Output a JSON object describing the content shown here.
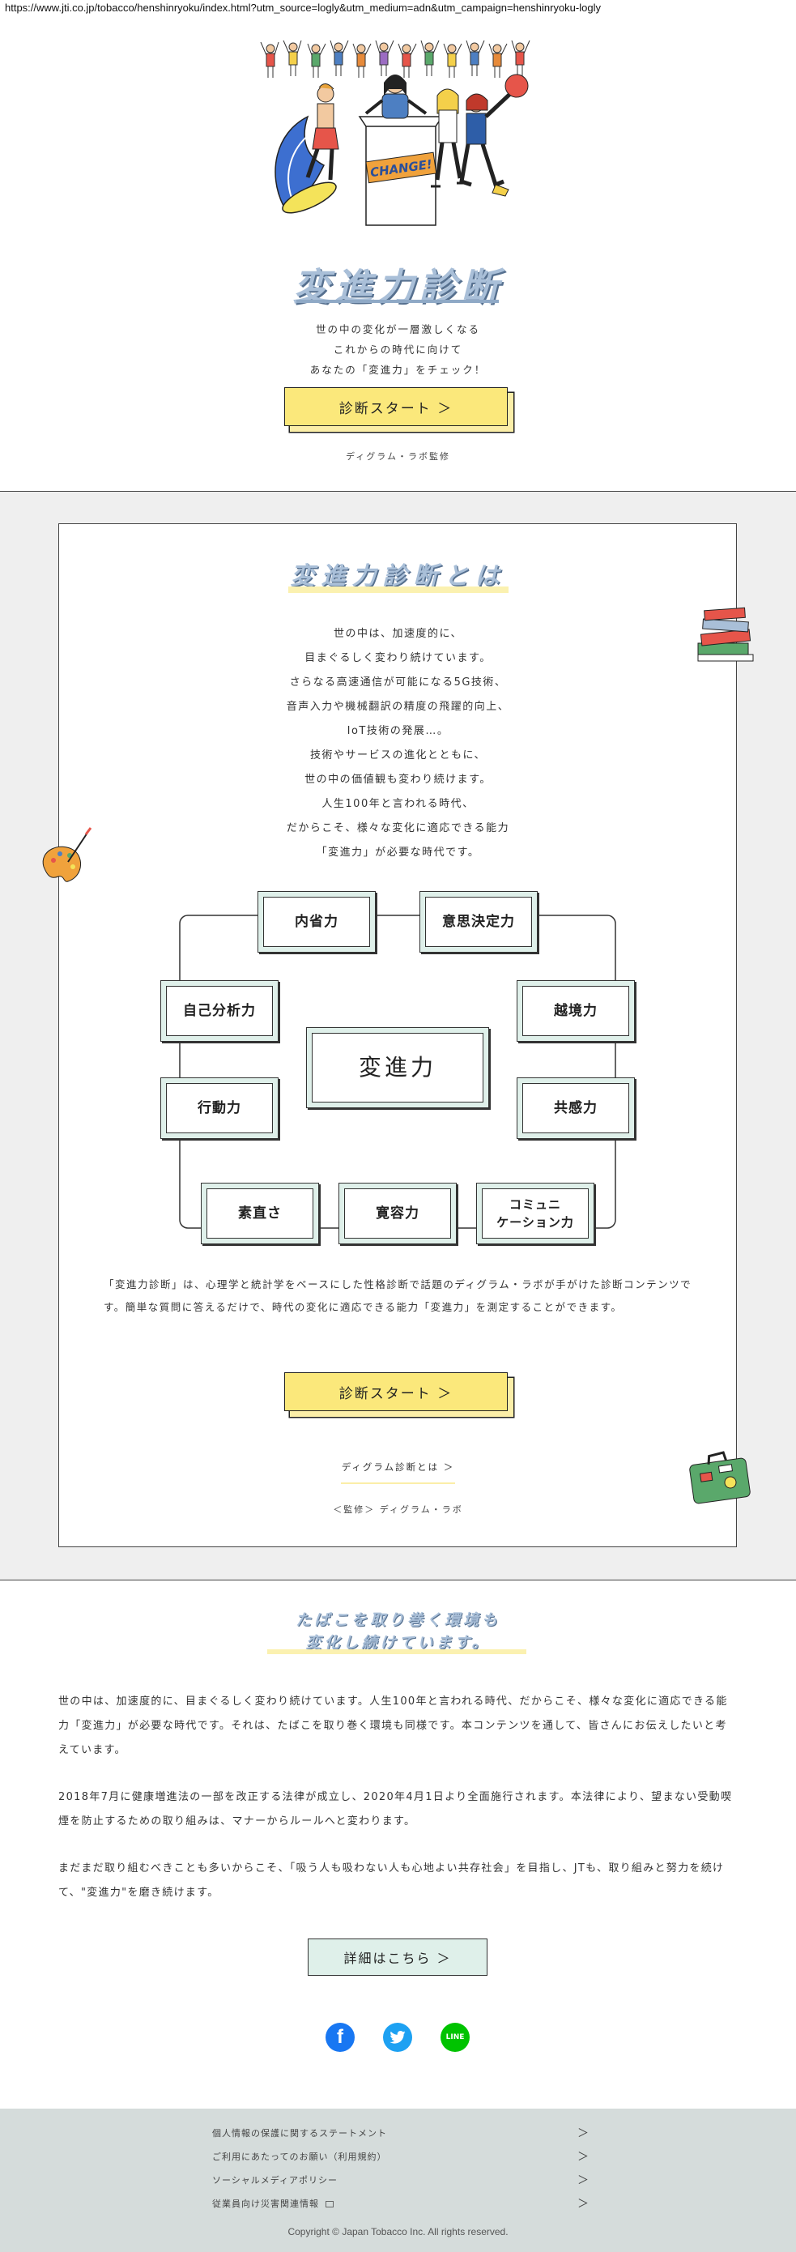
{
  "browser": {
    "url": "https://www.jti.co.jp/tobacco/henshinryoku/index.html?utm_source=logly&utm_medium=adn&utm_campaign=henshinryoku-logly"
  },
  "hero": {
    "illustration_sign": "CHANGE!",
    "title": "変進力診断",
    "lead_lines": [
      "世の中の変化が一層激しくなる",
      "これからの時代に向けて",
      "あなたの「変進力」をチェック！"
    ],
    "start_button": "診断スタート ＞",
    "supervision": "ディグラム・ラボ監修"
  },
  "about": {
    "title": "変進力診断とは",
    "body_lines": [
      "世の中は、加速度的に、",
      "目まぐるしく変わり続けています。",
      "さらなる高速通信が可能になる5G技術、",
      "音声入力や機械翻訳の精度の飛躍的向上、",
      "IoT技術の発展…。",
      "技術やサービスの進化とともに、",
      "世の中の価値観も変わり続けます。",
      "人生100年と言われる時代、",
      "だからこそ、様々な変化に適応できる能力",
      "「変進力」が必要な時代です。"
    ],
    "diagram": {
      "center": "変進力",
      "nodes": {
        "introspection": "内省力",
        "decision": "意思決定力",
        "self_analysis": "自己分析力",
        "boundary": "越境力",
        "action": "行動力",
        "empathy": "共感力",
        "honesty": "素直さ",
        "tolerance": "寛容力",
        "communication": "コミュニ\nケーション力"
      }
    },
    "description": "「変進力診断」は、心理学と統計学をベースにした性格診断で話題のディグラム・ラボが手がけた診断コンテンツです。簡単な質問に答えるだけで、時代の変化に適応できる能力「変進力」を測定することができます。",
    "start_button": "診断スタート ＞",
    "link_about_diagram": "ディグラム診断とは ＞",
    "supervision": "＜監修＞ ディグラム・ラボ"
  },
  "tobacco": {
    "title_line1": "たばこを取り巻く環境も",
    "title_line2": "変化し続けています。",
    "paragraphs": [
      "世の中は、加速度的に、目まぐるしく変わり続けています。人生100年と言われる時代、だからこそ、様々な変化に適応できる能力「変進力」が必要な時代です。それは、たばこを取り巻く環境も同様です。本コンテンツを通して、皆さんにお伝えしたいと考えています。",
      "2018年7月に健康増進法の一部を改正する法律が成立し、2020年4月1日より全面施行されます。本法律により、望まない受動喫煙を防止するための取り組みは、マナーからルールへと変わります。",
      "まだまだ取り組むべきことも多いからこそ、「吸う人も吸わない人も心地よい共存社会」を目指し、JTも、取り組みと努力を続けて、\"変進力\"を磨き続けます。"
    ],
    "detail_button": "詳細はこちら ＞"
  },
  "social": {
    "facebook": "f",
    "line": "LINE"
  },
  "footer": {
    "links": [
      "個人情報の保護に関するステートメント",
      "ご利用にあたってのお願い（利用規約）",
      "ソーシャルメディアポリシー",
      "従業員向け災害関連情報"
    ],
    "chevron": "＞",
    "copyright": "Copyright © Japan Tobacco Inc. All rights reserved."
  },
  "colors": {
    "accent_yellow": "#fbe87b",
    "mint": "#dff0ea",
    "title_blue": "#a9bfd8",
    "section_gray": "#efefef",
    "footer_gray": "#d5dcdb"
  }
}
